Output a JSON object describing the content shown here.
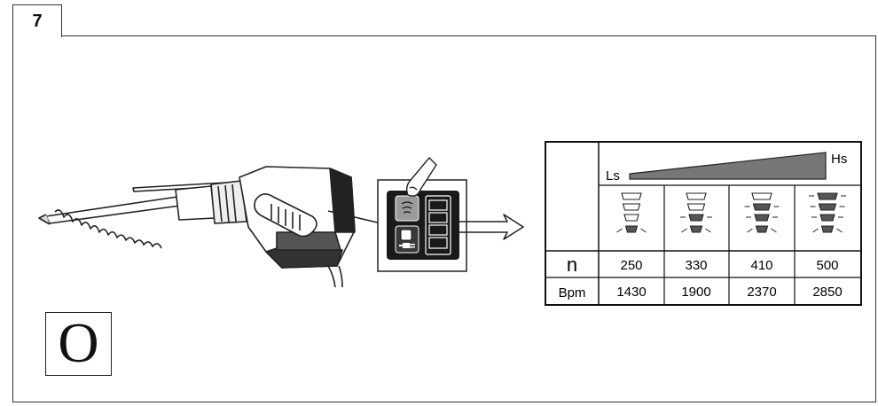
{
  "figure": {
    "number": "7",
    "mode_letter": "O"
  },
  "speed_table": {
    "low_label": "Ls",
    "high_label": "Hs",
    "row_labels": {
      "speed": "n",
      "impact": "Bpm"
    },
    "columns": [
      {
        "level": 1,
        "n": "250",
        "bpm": "1430"
      },
      {
        "level": 2,
        "n": "330",
        "bpm": "1900"
      },
      {
        "level": 3,
        "n": "410",
        "bpm": "2370"
      },
      {
        "level": 4,
        "n": "500",
        "bpm": "2850"
      }
    ]
  }
}
